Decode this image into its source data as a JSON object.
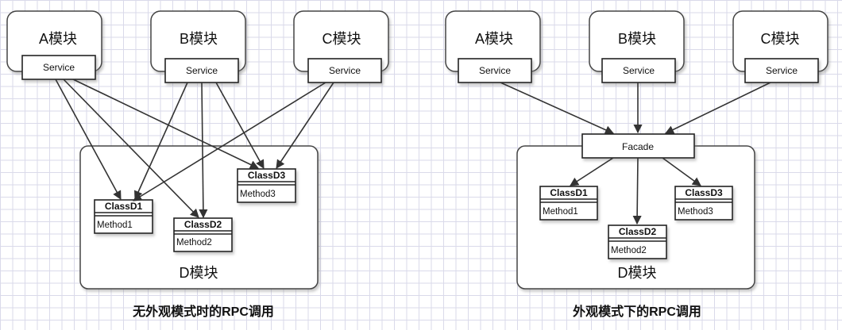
{
  "left_diagram": {
    "modules": [
      {
        "label": "A模块",
        "service": "Service"
      },
      {
        "label": "B模块",
        "service": "Service"
      },
      {
        "label": "C模块",
        "service": "Service"
      }
    ],
    "container_label": "D模块",
    "classes": [
      {
        "name": "ClassD1",
        "method": "Method1"
      },
      {
        "name": "ClassD2",
        "method": "Method2"
      },
      {
        "name": "ClassD3",
        "method": "Method3"
      }
    ],
    "caption": "无外观模式时的RPC调用"
  },
  "right_diagram": {
    "modules": [
      {
        "label": "A模块",
        "service": "Service"
      },
      {
        "label": "B模块",
        "service": "Service"
      },
      {
        "label": "C模块",
        "service": "Service"
      }
    ],
    "facade": "Facade",
    "container_label": "D模块",
    "classes": [
      {
        "name": "ClassD1",
        "method": "Method1"
      },
      {
        "name": "ClassD2",
        "method": "Method2"
      },
      {
        "name": "ClassD3",
        "method": "Method3"
      }
    ],
    "caption": "外观模式下的RPC调用"
  },
  "colors": {
    "stroke": "#333333",
    "box_fill": "#ffffff",
    "grid": "#dadaea",
    "shadow": "#bbbbbb"
  }
}
